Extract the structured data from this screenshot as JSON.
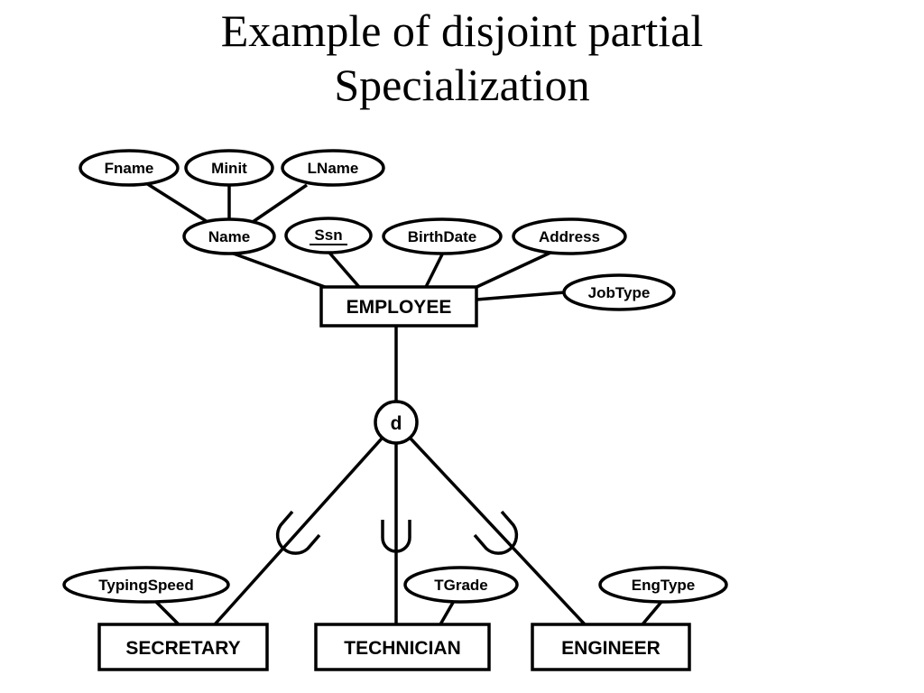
{
  "title": {
    "line1": "Example of disjoint partial",
    "line2": "Specialization"
  },
  "diagram": {
    "superclass": "EMPLOYEE",
    "attributes": {
      "fname": "Fname",
      "minit": "Minit",
      "lname": "LName",
      "name": "Name",
      "ssn": "Ssn",
      "birthdate": "BirthDate",
      "address": "Address",
      "jobtype": "JobType"
    },
    "constraint_symbol": "d",
    "subclasses": {
      "secretary": {
        "label": "SECRETARY",
        "attribute": "TypingSpeed"
      },
      "technician": {
        "label": "TECHNICIAN",
        "attribute": "TGrade"
      },
      "engineer": {
        "label": "ENGINEER",
        "attribute": "EngType"
      }
    }
  }
}
